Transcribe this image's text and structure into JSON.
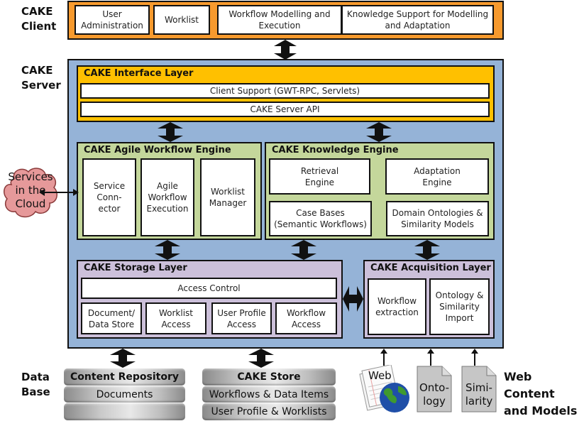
{
  "labels": {
    "client": [
      "CAKE",
      "Client"
    ],
    "server": [
      "CAKE",
      "Server"
    ],
    "database": [
      "Data",
      "Base"
    ],
    "web_content": [
      "Web Content",
      "and Models"
    ]
  },
  "client_modules": [
    [
      "User",
      "Administration"
    ],
    [
      "Worklist"
    ],
    [
      "Workflow Modelling and",
      "Execution"
    ],
    [
      "Knowledge Support  for Modelling",
      "and Adaptation"
    ]
  ],
  "interface_layer": {
    "title": "CAKE Interface Layer",
    "rows": [
      "Client Support  (GWT-RPC, Servlets)",
      "CAKE Server API"
    ]
  },
  "workflow_engine": {
    "title": "CAKE Agile Workflow Engine",
    "modules": [
      [
        "Service",
        "Conn-",
        "ector"
      ],
      [
        "Agile",
        "Workflow",
        "Execution"
      ],
      [
        "Worklist",
        "Manager"
      ]
    ]
  },
  "knowledge_engine": {
    "title": "CAKE Knowledge Engine",
    "modules": [
      [
        "Retrieval",
        "Engine"
      ],
      [
        "Adaptation",
        "Engine"
      ],
      [
        "Case Bases",
        "(Semantic Workflows)"
      ],
      [
        "Domain Ontologies &",
        "Similarity Models"
      ]
    ]
  },
  "cloud": [
    "Services",
    "in the",
    "Cloud"
  ],
  "storage_layer": {
    "title": "CAKE Storage Layer",
    "access_control": "Access Control",
    "modules": [
      [
        "Document/",
        "Data Store"
      ],
      [
        "Worklist",
        "Access"
      ],
      [
        "User Profile",
        "Access"
      ],
      [
        "Workflow",
        "Access"
      ]
    ]
  },
  "acquisition_layer": {
    "title": "CAKE Acquisition Layer",
    "modules": [
      [
        "Workflow",
        "extraction"
      ],
      [
        "Ontology &",
        "Similarity",
        "Import"
      ]
    ]
  },
  "databases": [
    {
      "title": "Content Repository",
      "rows": [
        "Documents",
        ""
      ]
    },
    {
      "title": "CAKE Store",
      "rows": [
        "Workflows & Data Items",
        "User Profile & Worklists"
      ]
    }
  ],
  "web_sources": {
    "web": "Web",
    "ontology": [
      "Onto-",
      "logy"
    ],
    "similarity": [
      "Simi-",
      "larity"
    ]
  },
  "colors": {
    "client_bg": "#f79a2e",
    "server_bg": "#95b3d7",
    "interface_bg": "#ffc000",
    "engine_bg": "#c4d79b",
    "storage_bg": "#ccc0da",
    "cloud_bg": "#e6999a"
  }
}
